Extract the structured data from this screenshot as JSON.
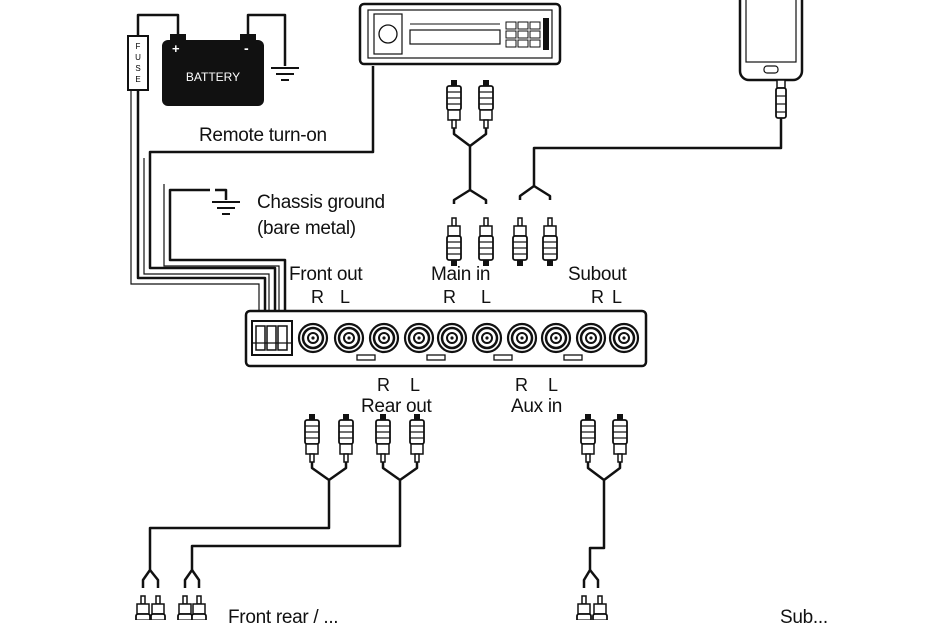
{
  "battery": {
    "label": "BATTERY",
    "plus": "+",
    "minus": "-"
  },
  "fuse": {
    "label": "FUSE"
  },
  "labels": {
    "remote": "Remote turn-on",
    "chassis_line1": "Chassis ground",
    "chassis_line2": "(bare metal)",
    "front_out": "Front out",
    "main_in": "Main  in",
    "sub_out": "Subout",
    "rear_out": "Rear out",
    "aux_in": "Aux in",
    "bottom_left": "Front rear / ...",
    "bottom_right": "Sub..."
  },
  "channels": {
    "front_out": [
      "R",
      "L"
    ],
    "main_in": [
      "R",
      "L"
    ],
    "sub_out": [
      "R",
      "L"
    ],
    "rear_out": [
      "R",
      "L"
    ],
    "aux_in": [
      "R",
      "L"
    ]
  },
  "colors": {
    "ink": "#111111",
    "paper": "#ffffff",
    "cable": "#222222"
  },
  "icons": [
    "battery-icon",
    "fuse-icon",
    "ground-icon",
    "head-unit-icon",
    "phone-icon",
    "rca-plug-icon",
    "rca-jack-icon"
  ]
}
